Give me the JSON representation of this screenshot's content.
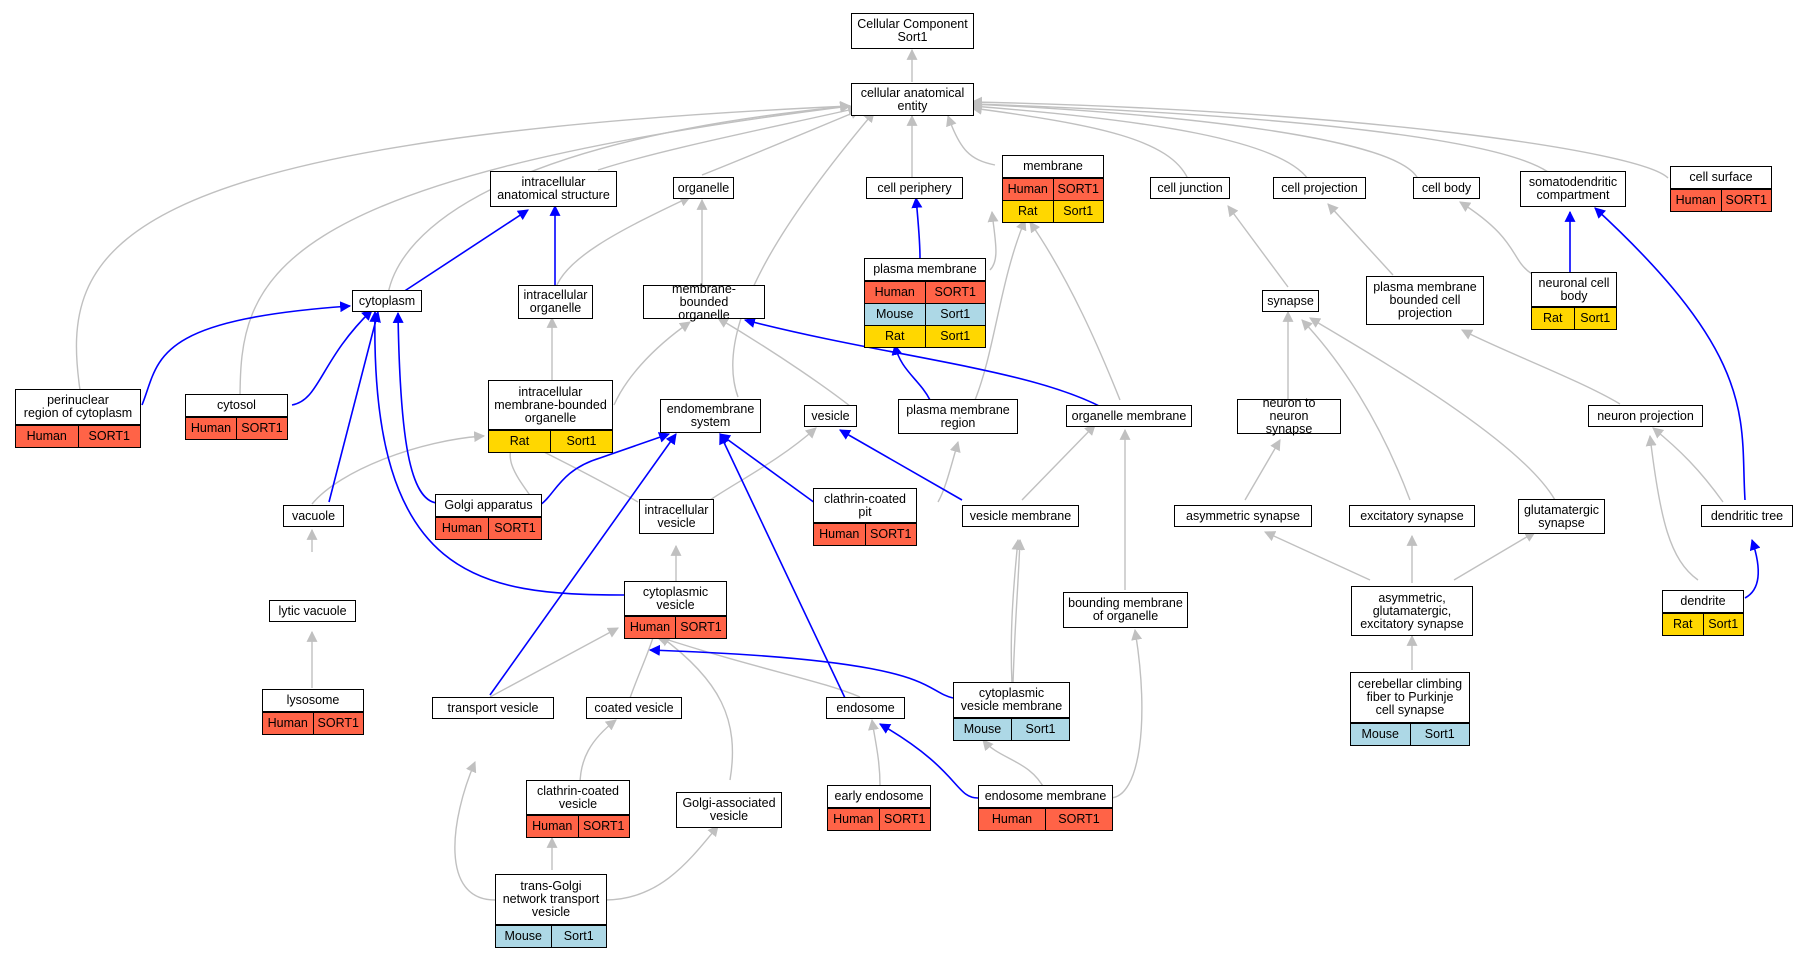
{
  "colors": {
    "Human": "#ff6347",
    "Rat": "#ffd700",
    "Mouse": "#add8e6",
    "edge_is_a": "#c0c0c0",
    "edge_part_of": "#0000ff"
  },
  "nodes": [
    {
      "id": "cellular_component_root",
      "label": "Cellular Component\nSort1",
      "rows": []
    },
    {
      "id": "cellular_anatomical_entity",
      "label": "cellular anatomical\nentity",
      "rows": []
    },
    {
      "id": "intracellular_anatomical_structure",
      "label": "intracellular\nanatomical structure",
      "rows": []
    },
    {
      "id": "organelle",
      "label": "organelle",
      "rows": []
    },
    {
      "id": "cell_periphery",
      "label": "cell periphery",
      "rows": []
    },
    {
      "id": "membrane",
      "label": "membrane",
      "rows": [
        [
          "Human",
          "SORT1"
        ],
        [
          "Rat",
          "Sort1"
        ]
      ]
    },
    {
      "id": "cell_junction",
      "label": "cell junction",
      "rows": []
    },
    {
      "id": "cell_projection",
      "label": "cell projection",
      "rows": []
    },
    {
      "id": "cell_body",
      "label": "cell body",
      "rows": []
    },
    {
      "id": "somatodendritic_compartment",
      "label": "somatodendritic\ncompartment",
      "rows": []
    },
    {
      "id": "cell_surface",
      "label": "cell surface",
      "rows": [
        [
          "Human",
          "SORT1"
        ]
      ]
    },
    {
      "id": "cytoplasm",
      "label": "cytoplasm",
      "rows": []
    },
    {
      "id": "intracellular_organelle",
      "label": "intracellular\norganelle",
      "rows": []
    },
    {
      "id": "membrane_bounded_organelle",
      "label": "membrane-bounded\norganelle",
      "rows": []
    },
    {
      "id": "plasma_membrane",
      "label": "plasma membrane",
      "rows": [
        [
          "Human",
          "SORT1"
        ],
        [
          "Mouse",
          "Sort1"
        ],
        [
          "Rat",
          "Sort1"
        ]
      ]
    },
    {
      "id": "synapse",
      "label": "synapse",
      "rows": []
    },
    {
      "id": "plasma_membrane_bounded_cell_projection",
      "label": "plasma membrane\nbounded cell\nprojection",
      "rows": []
    },
    {
      "id": "neuronal_cell_body",
      "label": "neuronal cell\nbody",
      "rows": [
        [
          "Rat",
          "Sort1"
        ]
      ]
    },
    {
      "id": "perinuclear_region",
      "label": "perinuclear\nregion of cytoplasm",
      "rows": [
        [
          "Human",
          "SORT1"
        ]
      ]
    },
    {
      "id": "cytosol",
      "label": "cytosol",
      "rows": [
        [
          "Human",
          "SORT1"
        ]
      ]
    },
    {
      "id": "intracellular_membrane_bounded_organelle",
      "label": "intracellular\nmembrane-bounded\norganelle",
      "rows": [
        [
          "Rat",
          "Sort1"
        ]
      ]
    },
    {
      "id": "endomembrane_system",
      "label": "endomembrane\nsystem",
      "rows": []
    },
    {
      "id": "vesicle",
      "label": "vesicle",
      "rows": []
    },
    {
      "id": "plasma_membrane_region",
      "label": "plasma membrane\nregion",
      "rows": []
    },
    {
      "id": "organelle_membrane",
      "label": "organelle membrane",
      "rows": []
    },
    {
      "id": "neuron_to_neuron_synapse",
      "label": "neuron to neuron\nsynapse",
      "rows": []
    },
    {
      "id": "neuron_projection",
      "label": "neuron projection",
      "rows": []
    },
    {
      "id": "vacuole",
      "label": "vacuole",
      "rows": []
    },
    {
      "id": "golgi_apparatus",
      "label": "Golgi apparatus",
      "rows": [
        [
          "Human",
          "SORT1"
        ]
      ]
    },
    {
      "id": "intracellular_vesicle",
      "label": "intracellular\nvesicle",
      "rows": []
    },
    {
      "id": "clathrin_coated_pit",
      "label": "clathrin-coated\npit",
      "rows": [
        [
          "Human",
          "SORT1"
        ]
      ]
    },
    {
      "id": "vesicle_membrane",
      "label": "vesicle membrane",
      "rows": []
    },
    {
      "id": "asymmetric_synapse",
      "label": "asymmetric synapse",
      "rows": []
    },
    {
      "id": "excitatory_synapse",
      "label": "excitatory synapse",
      "rows": []
    },
    {
      "id": "glutamatergic_synapse",
      "label": "glutamatergic\nsynapse",
      "rows": []
    },
    {
      "id": "dendritic_tree",
      "label": "dendritic tree",
      "rows": []
    },
    {
      "id": "lytic_vacuole",
      "label": "lytic vacuole",
      "rows": []
    },
    {
      "id": "cytoplasmic_vesicle",
      "label": "cytoplasmic\nvesicle",
      "rows": [
        [
          "Human",
          "SORT1"
        ]
      ]
    },
    {
      "id": "bounding_membrane_of_organelle",
      "label": "bounding membrane\nof organelle",
      "rows": []
    },
    {
      "id": "asymmetric_glutamatergic_excitatory_synapse",
      "label": "asymmetric,\nglutamatergic,\nexcitatory synapse",
      "rows": []
    },
    {
      "id": "dendrite",
      "label": "dendrite",
      "rows": [
        [
          "Rat",
          "Sort1"
        ]
      ]
    },
    {
      "id": "lysosome",
      "label": "lysosome",
      "rows": [
        [
          "Human",
          "SORT1"
        ]
      ]
    },
    {
      "id": "transport_vesicle",
      "label": "transport vesicle",
      "rows": []
    },
    {
      "id": "coated_vesicle",
      "label": "coated vesicle",
      "rows": []
    },
    {
      "id": "endosome",
      "label": "endosome",
      "rows": []
    },
    {
      "id": "cytoplasmic_vesicle_membrane",
      "label": "cytoplasmic\nvesicle membrane",
      "rows": [
        [
          "Mouse",
          "Sort1"
        ]
      ]
    },
    {
      "id": "cerebellar_climbing_fiber_synapse",
      "label": "cerebellar climbing\nfiber to Purkinje\ncell synapse",
      "rows": [
        [
          "Mouse",
          "Sort1"
        ]
      ]
    },
    {
      "id": "clathrin_coated_vesicle",
      "label": "clathrin-coated\nvesicle",
      "rows": [
        [
          "Human",
          "SORT1"
        ]
      ]
    },
    {
      "id": "golgi_associated_vesicle",
      "label": "Golgi-associated\nvesicle",
      "rows": []
    },
    {
      "id": "early_endosome",
      "label": "early endosome",
      "rows": [
        [
          "Human",
          "SORT1"
        ]
      ]
    },
    {
      "id": "endosome_membrane",
      "label": "endosome membrane",
      "rows": [
        [
          "Human",
          "SORT1"
        ]
      ]
    },
    {
      "id": "trans_golgi_network_transport_vesicle",
      "label": "trans-Golgi\nnetwork transport\nvesicle",
      "rows": [
        [
          "Mouse",
          "Sort1"
        ]
      ]
    }
  ]
}
